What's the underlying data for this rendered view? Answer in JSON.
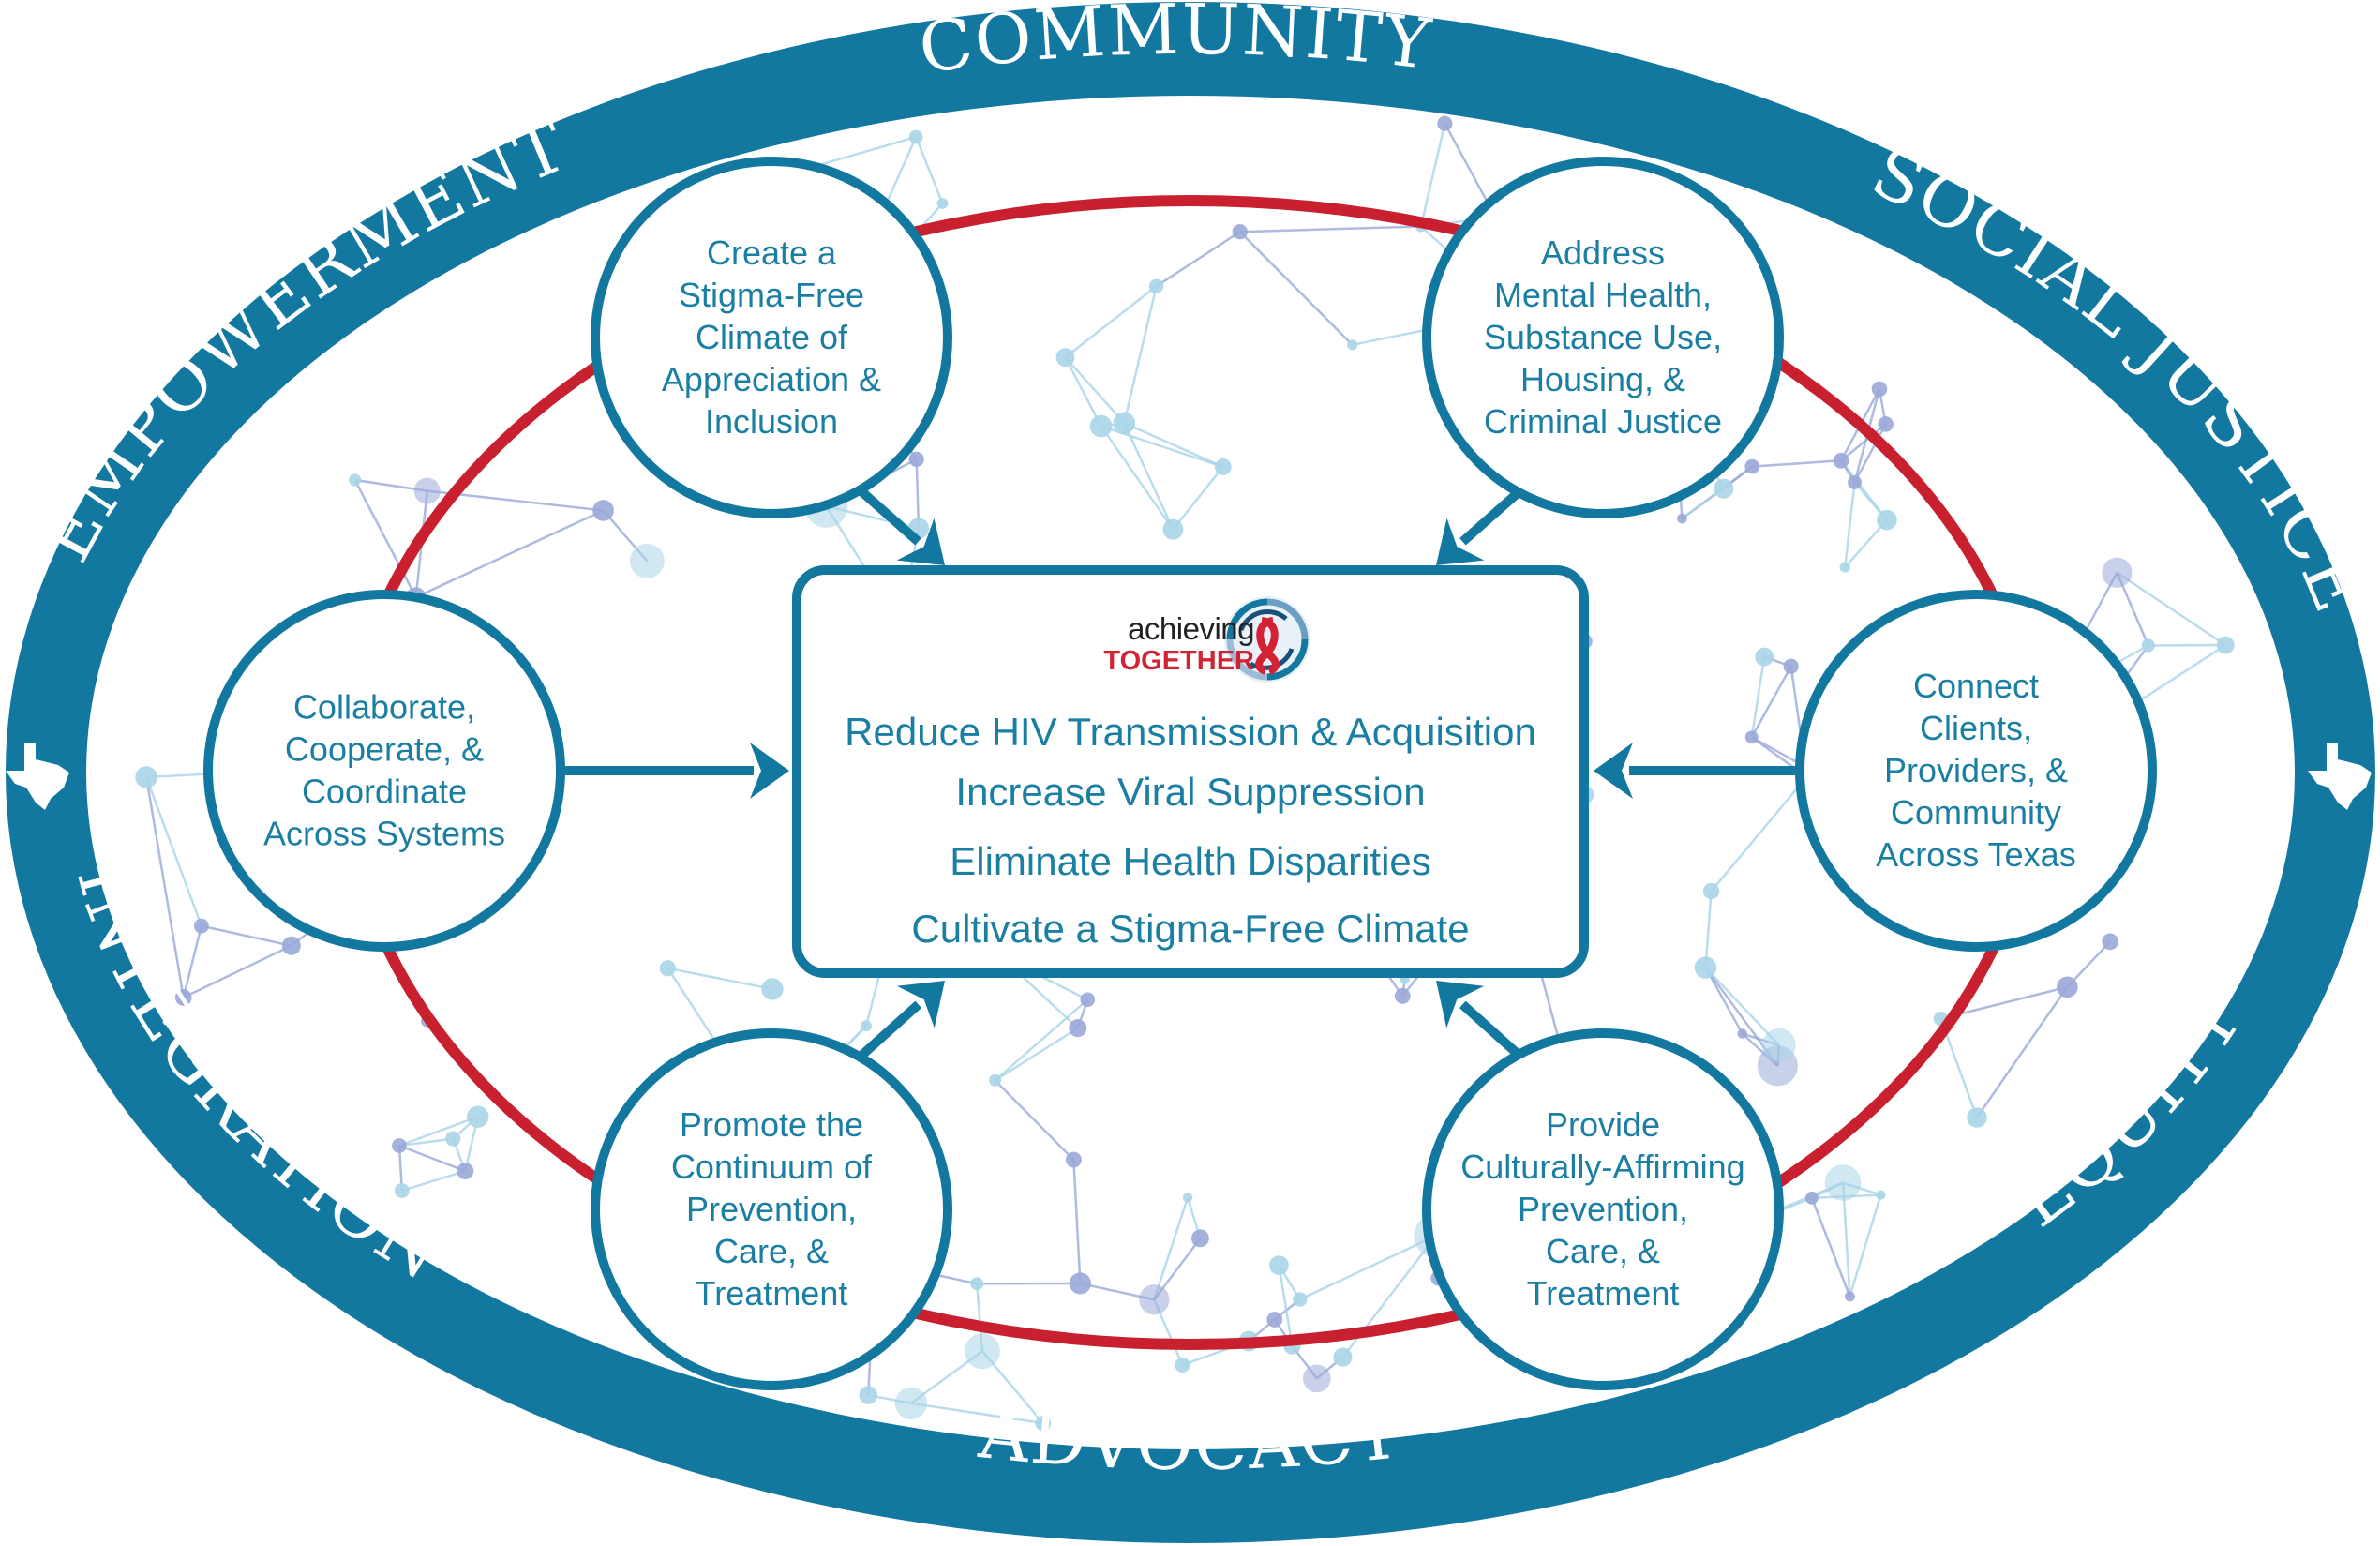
{
  "colors": {
    "teal": "#1a7fa3",
    "ring_blue": "#13789f",
    "red": "#c8202e",
    "network_light": "#a8d5e8",
    "network_purple": "#9aa9d8"
  },
  "outer_ring": {
    "words": [
      "COMMUNITY",
      "SOCIAL JUSTICE",
      "EQUITY",
      "ADVOCACY",
      "INTEGRATION",
      "EMPOWERMENT"
    ],
    "state_icon": "texas-icon"
  },
  "strategies": [
    {
      "lines": [
        "Create a",
        "Stigma-Free",
        "Climate of",
        "Appreciation &",
        "Inclusion"
      ]
    },
    {
      "lines": [
        "Address",
        "Mental Health,",
        "Substance Use,",
        "Housing, &",
        "Criminal Justice"
      ]
    },
    {
      "lines": [
        "Connect",
        "Clients,",
        "Providers, &",
        "Community",
        "Across Texas"
      ]
    },
    {
      "lines": [
        "Provide",
        "Culturally-Affirming",
        "Prevention,",
        "Care, &",
        "Treatment"
      ]
    },
    {
      "lines": [
        "Promote the",
        "Continuum of",
        "Prevention,",
        "Care, &",
        "Treatment"
      ]
    },
    {
      "lines": [
        "Collaborate,",
        "Cooperate, &",
        "Coordinate",
        "Across Systems"
      ]
    }
  ],
  "center": {
    "logo": {
      "top": "achieving",
      "bottom": "TOGETHER",
      "icon": "ribbon-swirl-icon"
    },
    "goals": [
      "Reduce HIV Transmission & Acquisition",
      "Increase Viral Suppression",
      "Eliminate Health Disparities",
      "Cultivate a Stigma-Free Climate"
    ]
  }
}
